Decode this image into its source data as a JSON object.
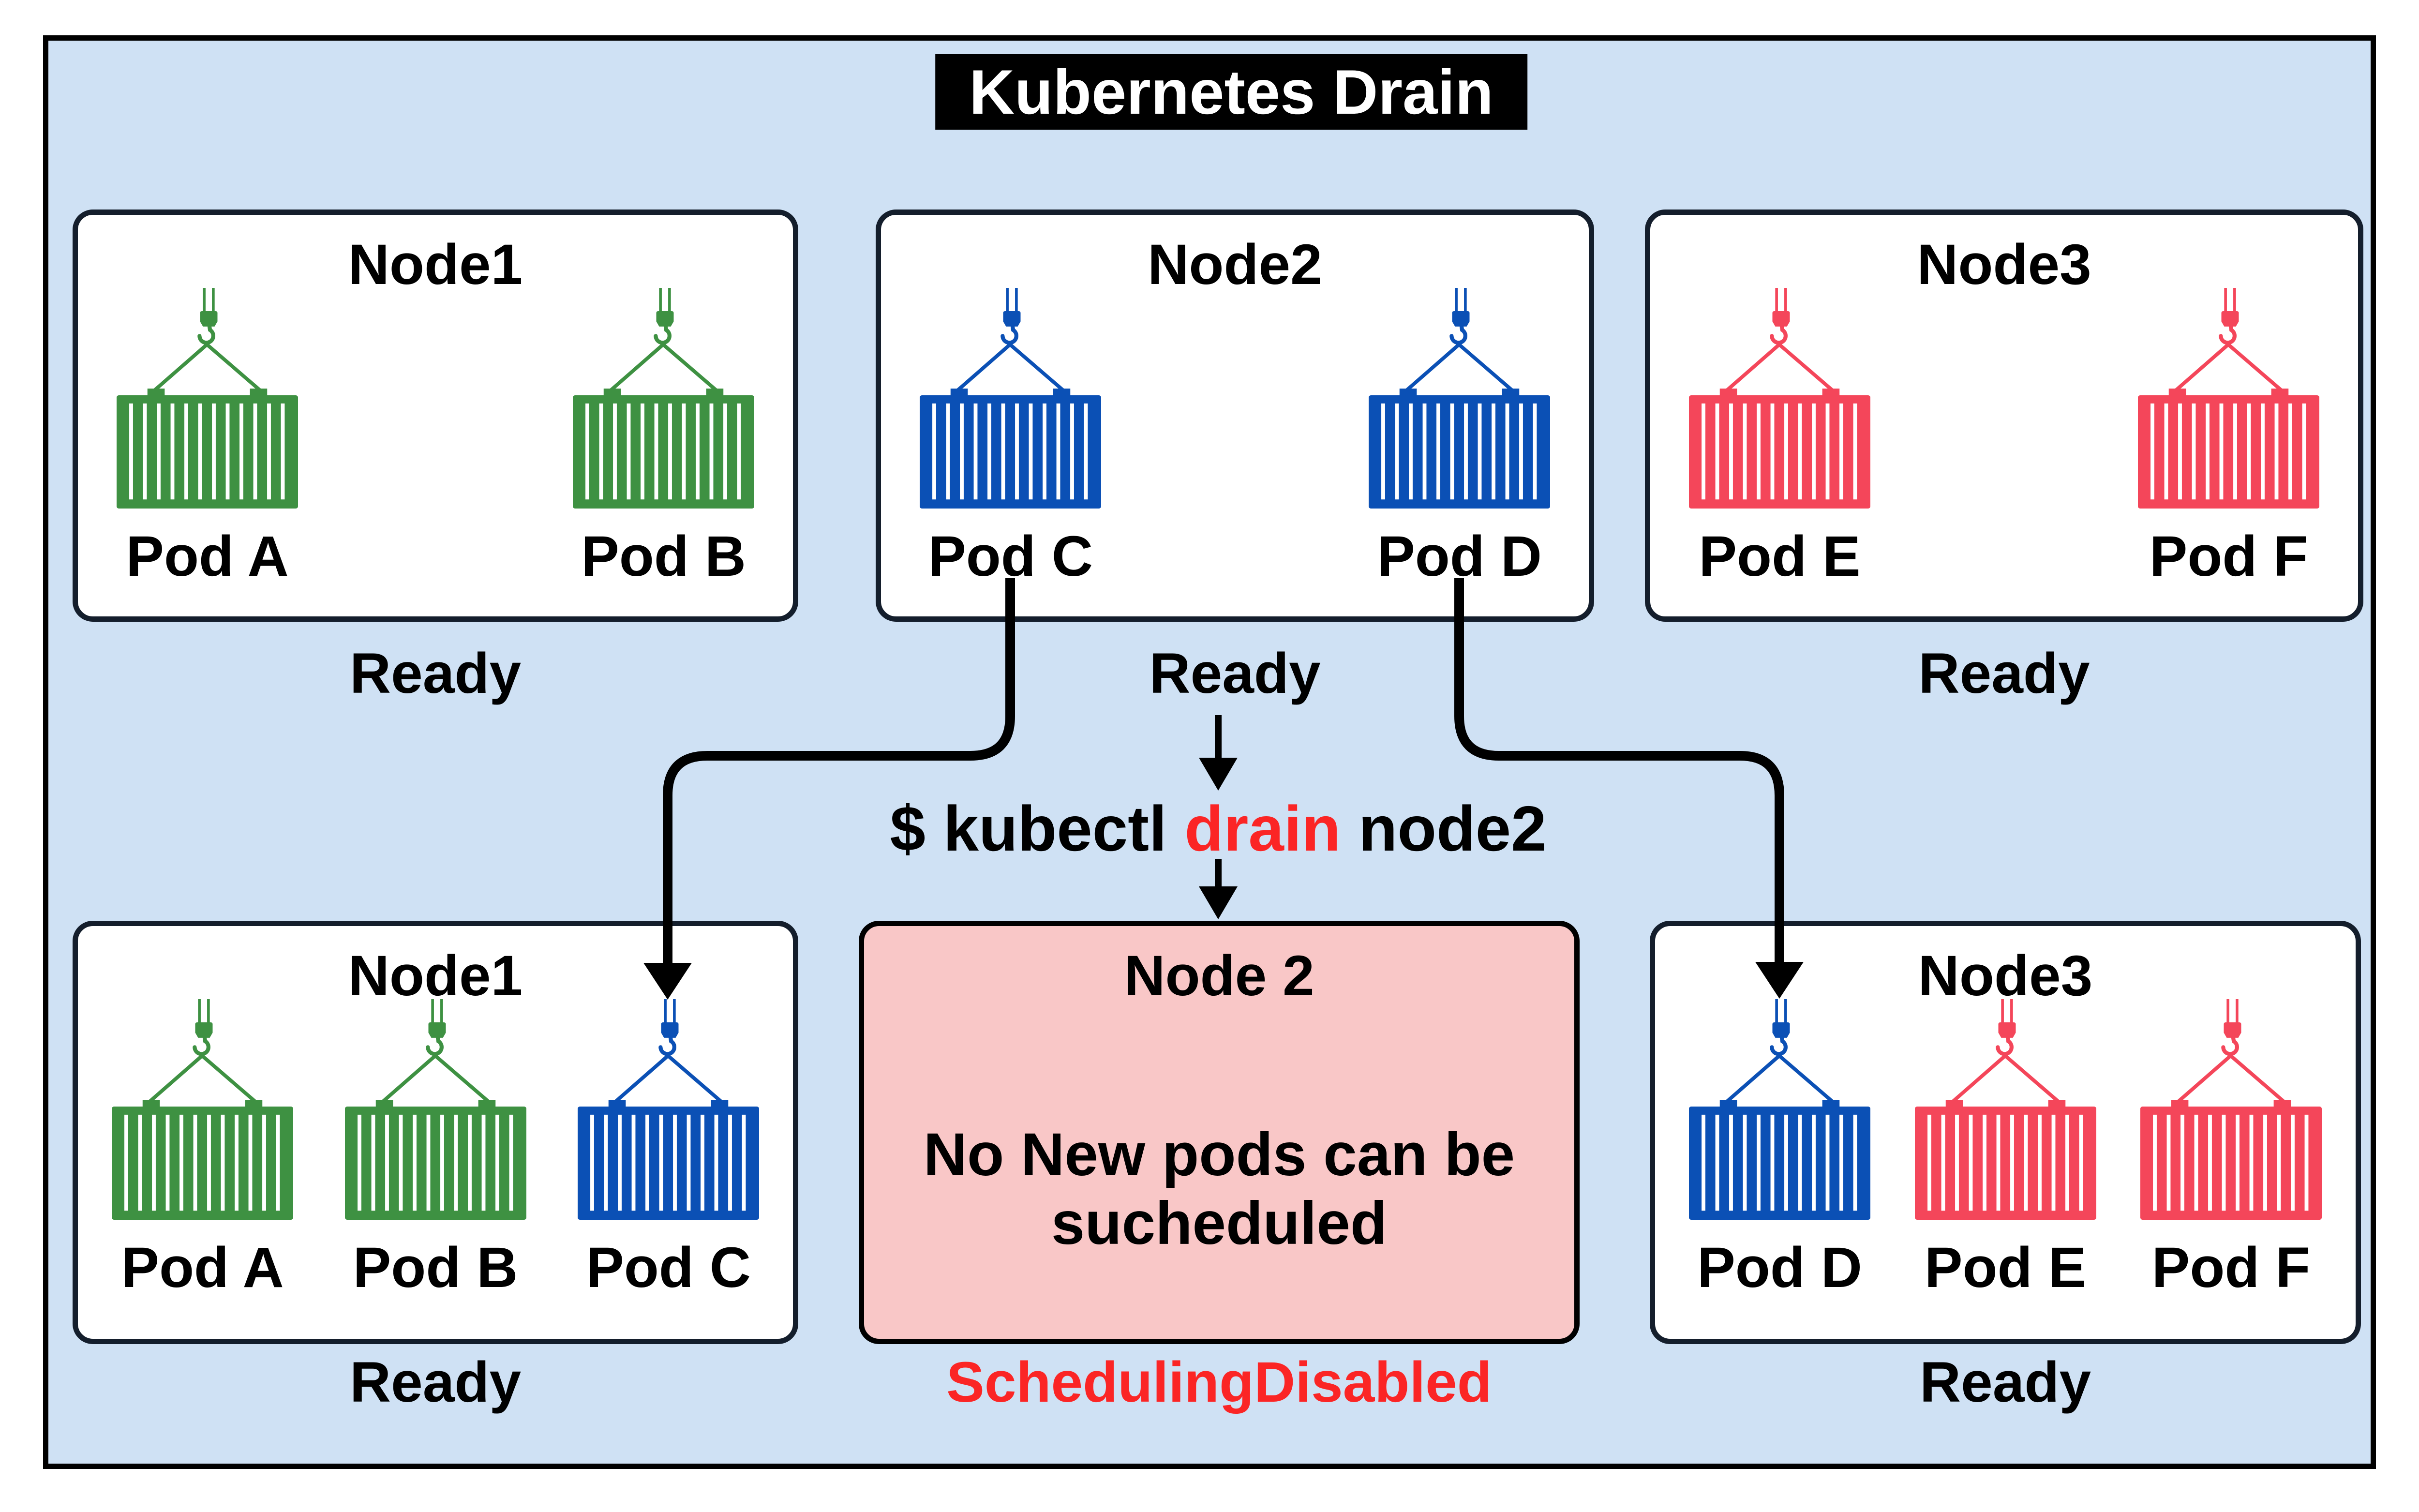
{
  "title": "Kubernetes Drain",
  "command": {
    "prefix": "$ kubectl ",
    "highlight": "drain",
    "suffix": " node2"
  },
  "top_row": [
    {
      "title": "Node1",
      "status": "Ready",
      "pods": [
        {
          "label": "Pod A",
          "color": "green"
        },
        {
          "label": "Pod B",
          "color": "green"
        }
      ]
    },
    {
      "title": "Node2",
      "status": "Ready",
      "pods": [
        {
          "label": "Pod C",
          "color": "blue"
        },
        {
          "label": "Pod D",
          "color": "blue"
        }
      ]
    },
    {
      "title": "Node3",
      "status": "Ready",
      "pods": [
        {
          "label": "Pod E",
          "color": "red"
        },
        {
          "label": "Pod F",
          "color": "red"
        }
      ]
    }
  ],
  "bottom_row": [
    {
      "title": "Node1",
      "status": "Ready",
      "pods": [
        {
          "label": "Pod A",
          "color": "green"
        },
        {
          "label": "Pod B",
          "color": "green"
        },
        {
          "label": "Pod C",
          "color": "blue"
        }
      ]
    },
    {
      "title": "Node 2",
      "status": "SchedulingDisabled",
      "message": "No New pods can be sucheduled"
    },
    {
      "title": "Node3",
      "status": "Ready",
      "pods": [
        {
          "label": "Pod D",
          "color": "blue"
        },
        {
          "label": "Pod E",
          "color": "red"
        },
        {
          "label": "Pod F",
          "color": "red"
        }
      ]
    }
  ],
  "icons": {
    "pod": "shipping-container-crane-icon"
  },
  "colors": {
    "canvas_bg": "#ffffff",
    "diagram_bg": "#cfe1f4",
    "frame_border": "#000000",
    "node_bg": "#ffffff",
    "node_border": "#141e2c",
    "title_bg": "#000000",
    "title_text": "#ffffff",
    "text": "#000000",
    "green": "#3e9142",
    "blue": "#0b50b5",
    "red": "#f4465a",
    "pink_bg": "#f9c7c7",
    "alert": "#fb2525",
    "arrow": "#000000"
  }
}
